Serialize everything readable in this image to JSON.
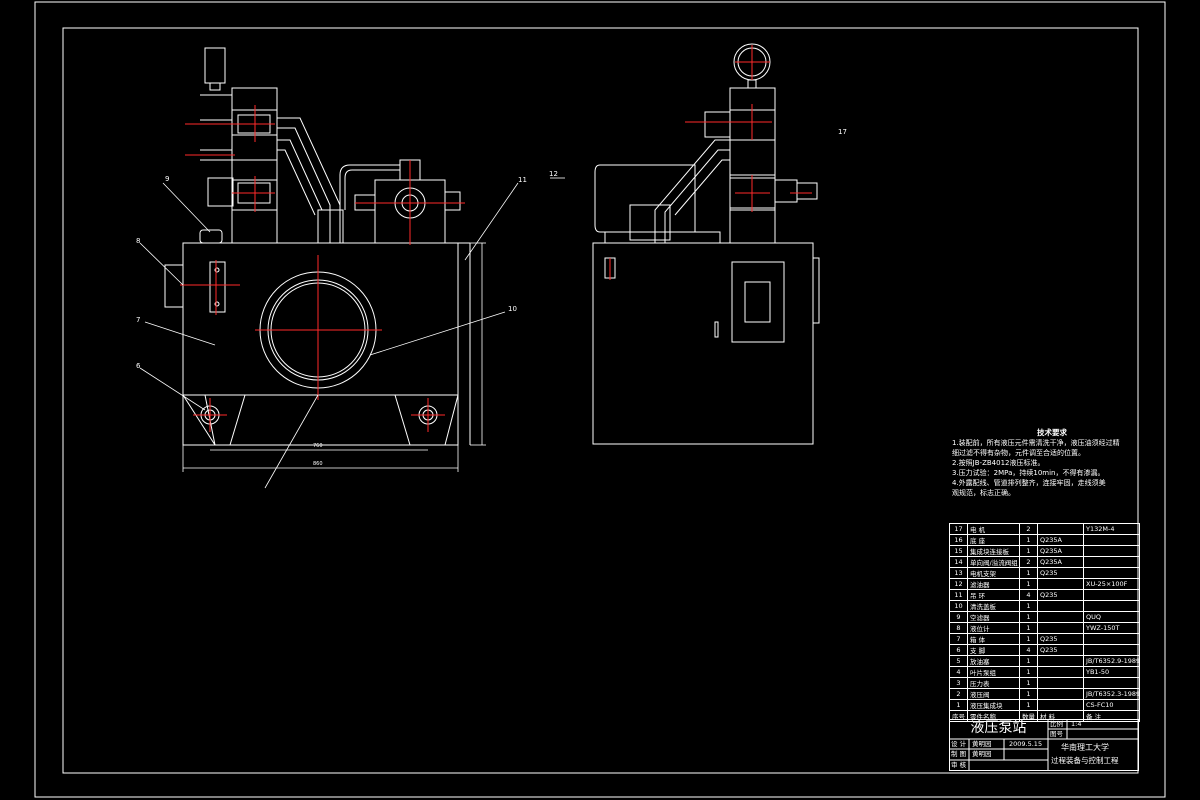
{
  "drawing": {
    "callouts": {
      "c9": "9",
      "c8": "8",
      "c7": "7",
      "c6": "6",
      "c11": "11",
      "c12": "12",
      "c10": "10",
      "c17": "17"
    },
    "dims": {
      "d1": "760",
      "d2": "860"
    }
  },
  "tech_notes": {
    "title": "技术要求",
    "lines": [
      "1.装配前，所有液压元件需清洗干净，液压油须经过精",
      "  细过滤不得有杂物，元件调至合适的位置。",
      "2.按照JB-ZB4012液压标准。",
      "3.压力试验：2MPa，持续10min，不得有渗漏。",
      "4.外露配线、管道排列整齐，连接牢固，走线须美",
      "  观规范，标志正确。"
    ]
  },
  "bom": {
    "rows": [
      [
        "17",
        "电  机",
        "2",
        "",
        "Y132M-4"
      ],
      [
        "16",
        "底  座",
        "1",
        "Q235A",
        ""
      ],
      [
        "15",
        "集成块连接板",
        "1",
        "Q235A",
        ""
      ],
      [
        "14",
        "单向阀/溢流阀组",
        "2",
        "Q235A",
        ""
      ],
      [
        "13",
        "电机支架",
        "1",
        "Q235",
        ""
      ],
      [
        "12",
        "滤油器",
        "1",
        "",
        "XU-25×100F"
      ],
      [
        "11",
        "吊  环",
        "4",
        "Q235",
        ""
      ],
      [
        "10",
        "清洗盖板",
        "1",
        "",
        ""
      ],
      [
        "9",
        "空滤器",
        "1",
        "",
        "QUQ"
      ],
      [
        "8",
        "液位计",
        "1",
        "",
        "YWZ-150T"
      ],
      [
        "7",
        "箱  体",
        "1",
        "Q235",
        ""
      ],
      [
        "6",
        "支  脚",
        "4",
        "Q235",
        ""
      ],
      [
        "5",
        "放油塞",
        "1",
        "",
        "JB/T6352.9-1989"
      ],
      [
        "4",
        "叶片泵组",
        "1",
        "",
        "YB1-50"
      ],
      [
        "3",
        "压力表",
        "1",
        "",
        ""
      ],
      [
        "2",
        "液压阀",
        "1",
        "",
        "JB/T6352.3-1989"
      ],
      [
        "1",
        "液压集成块",
        "1",
        "",
        "CS-FC10"
      ],
      [
        "序号",
        "零件名称",
        "数量",
        "材 料",
        "备 注"
      ]
    ]
  },
  "title_block": {
    "title": "液压泵站",
    "ratio_label": "比例",
    "ratio": "1:4",
    "sheet_label": "图号",
    "design": "设 计",
    "drafter": "黄明园",
    "date": "2009.5.15",
    "draw": "制 图",
    "drafter2": "黄明园",
    "check": "审 核",
    "school": "华南理工大学",
    "dept": "过程装备与控制工程"
  }
}
